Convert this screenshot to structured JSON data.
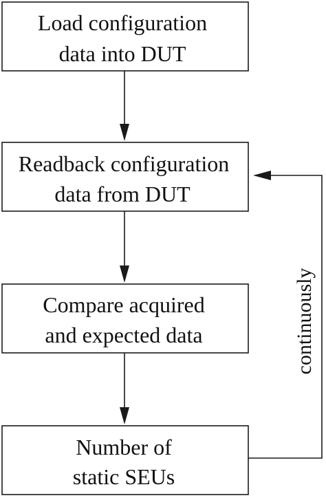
{
  "diagram": {
    "boxes": [
      {
        "id": "load",
        "lines": [
          "Load configuration",
          "data into DUT"
        ]
      },
      {
        "id": "readback",
        "lines": [
          "Readback configuration",
          "data from DUT"
        ]
      },
      {
        "id": "compare",
        "lines": [
          "Compare acquired",
          "and expected data"
        ]
      },
      {
        "id": "count",
        "lines": [
          "Number of",
          "static SEUs"
        ]
      }
    ],
    "loop_label": "continuously",
    "colors": {
      "stroke": "#1a1a1a",
      "text": "#111111",
      "background": "#ffffff"
    }
  }
}
